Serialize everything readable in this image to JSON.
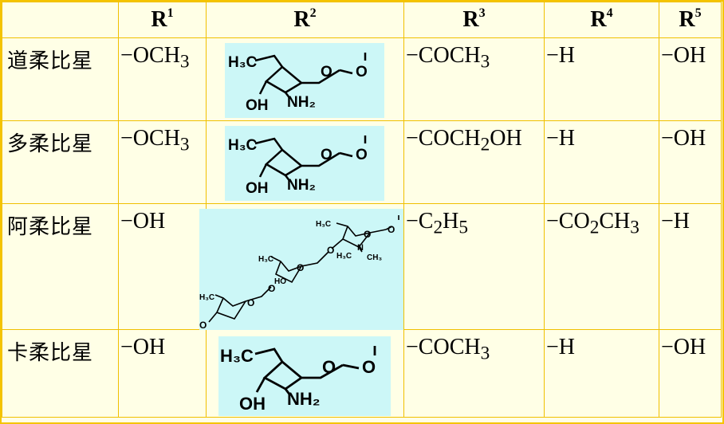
{
  "header": {
    "col0": "",
    "r1_base": "R",
    "r1_sup": "1",
    "r2_base": "R",
    "r2_sup": "2",
    "r3_base": "R",
    "r3_sup": "3",
    "r4_base": "R",
    "r4_sup": "4",
    "r5_base": "R",
    "r5_sup": "5"
  },
  "rows": [
    {
      "name": "道柔比星",
      "r1": [
        "−OCH",
        "3",
        ""
      ],
      "r3": [
        "−COCH",
        "3",
        ""
      ],
      "r4": [
        "−H",
        "",
        ""
      ],
      "r5": "−OH"
    },
    {
      "name": "多柔比星",
      "r1": [
        "−OCH",
        "3",
        ""
      ],
      "r3": [
        "−COCH",
        "2",
        "OH"
      ],
      "r4": [
        "−H",
        "",
        ""
      ],
      "r5": "−OH"
    },
    {
      "name": "阿柔比星",
      "r1": [
        "−OH",
        "",
        ""
      ],
      "r3": [
        "−C",
        "2",
        "H"
      ],
      "r3_sub2": "5",
      "r4": [
        "−CO",
        "2",
        "CH"
      ],
      "r4_sub2": "3",
      "r5": "−H"
    },
    {
      "name": "卡柔比星",
      "r1": [
        "−OH",
        "",
        ""
      ],
      "r3": [
        "−COCH",
        "3",
        ""
      ],
      "r4": [
        "−H",
        "",
        ""
      ],
      "r5": "−OH"
    }
  ],
  "sugar": {
    "h3c": "H₃C",
    "o": "O",
    "oh": "OH",
    "nh2": "NH₂"
  },
  "trisugar": {
    "h3c_top": "H₃C",
    "n": "N",
    "h3c_n": "H₃C",
    "ch3": "CH₃",
    "h3c_mid": "H₃C",
    "ho": "HO",
    "h3c_low": "H₃C",
    "o": "O"
  },
  "colors": {
    "border": "#f0c000",
    "background": "#ffffe6",
    "structure_bg": "#ccf7f7"
  }
}
